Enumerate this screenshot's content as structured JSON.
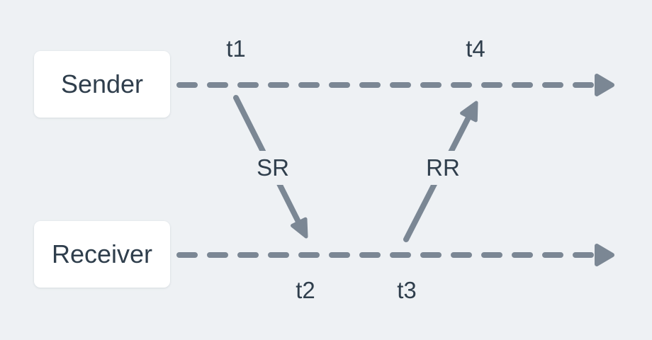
{
  "diagram": {
    "colors": {
      "background": "#eef1f4",
      "line": "#7b8794",
      "text": "#2f3e4c",
      "actor_box_background": "#ffffff"
    },
    "actors": [
      {
        "label": "Sender"
      },
      {
        "label": "Receiver"
      }
    ],
    "timestamps": [
      {
        "label": "t1",
        "timeline": "sender"
      },
      {
        "label": "t2",
        "timeline": "receiver"
      },
      {
        "label": "t3",
        "timeline": "receiver"
      },
      {
        "label": "t4",
        "timeline": "sender"
      }
    ],
    "messages": [
      {
        "label": "SR",
        "from": "Sender",
        "to": "Receiver"
      },
      {
        "label": "RR",
        "from": "Receiver",
        "to": "Sender"
      }
    ]
  }
}
